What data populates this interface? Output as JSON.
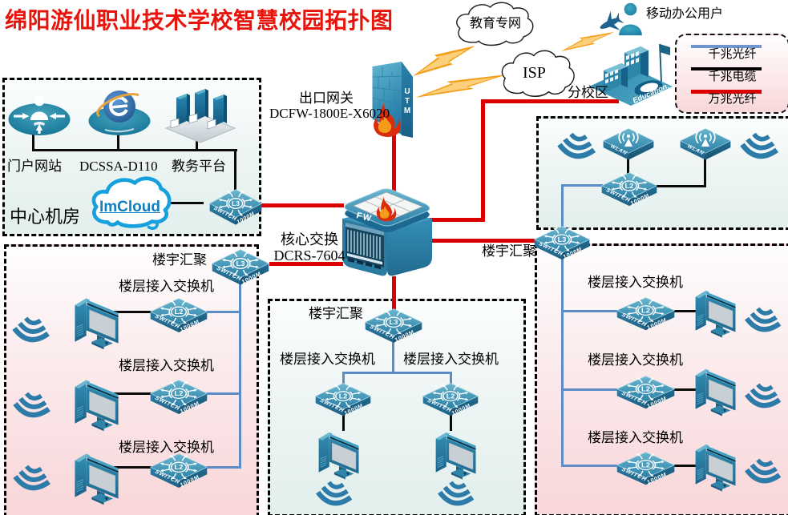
{
  "title": "绵阳游仙职业技术学校智慧校园拓扑图",
  "legend": {
    "items": [
      {
        "label": "千兆光纤",
        "color": "#6e96cc"
      },
      {
        "label": "千兆电缆",
        "color": "#000000"
      },
      {
        "label": "万兆光纤",
        "color": "#dd0000"
      }
    ]
  },
  "wan": {
    "edu_cloud": "教育专网",
    "isp_cloud": "ISP",
    "mobile_user": "移动办公用户",
    "branch_campus": "分校区",
    "branch_building_sign": "Education."
  },
  "gateway": {
    "name": "出口网关",
    "model": "DCFW-1800E-X6020",
    "badge": "UTM"
  },
  "core": {
    "name": "核心交换",
    "model": "DCRS-7604",
    "badge": "FW"
  },
  "center_room": {
    "name": "中心机房",
    "portal": "门户网站",
    "security": "DCSSA-D110",
    "edu_platform": "教务平台",
    "cloud": "ImCloud"
  },
  "labels": {
    "aggregation": "楼宇汇聚",
    "floor_access": "楼层接入交换机"
  },
  "switch_text": {
    "l2": "L2",
    "l3": "L3",
    "left": "SWITCH",
    "right": "1000M",
    "wlan": "WLAN"
  },
  "colors": {
    "title": "#e8140c",
    "red_line": "#dd0000",
    "blue_line": "#5b8cc8",
    "black_line": "#0b0b0b",
    "device_teal": "#2e84aa"
  }
}
